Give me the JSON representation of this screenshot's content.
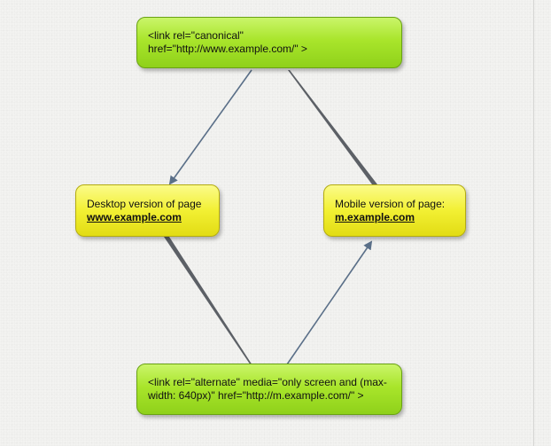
{
  "diagram": {
    "nodes": {
      "canonical": {
        "text": "<link rel=\"canonical\" href=\"http://www.example.com/\" >"
      },
      "desktop": {
        "title": "Desktop version of page",
        "url": "www.example.com"
      },
      "mobile": {
        "title": "Mobile version of page:",
        "url": "m.example.com"
      },
      "alternate": {
        "text": "<link rel=\"alternate\" media=\"only screen and (max-width: 640px)\" href=\"http://m.example.com/\" >"
      }
    },
    "edges": [
      {
        "from": "canonical",
        "to": "desktop",
        "style": "arrow"
      },
      {
        "from": "canonical",
        "to": "mobile",
        "style": "tapered"
      },
      {
        "from": "desktop",
        "to": "alternate",
        "style": "tapered"
      },
      {
        "from": "alternate",
        "to": "mobile",
        "style": "arrow"
      }
    ],
    "colors": {
      "green_node": "#a9e52b",
      "yellow_node": "#f2f033",
      "edge": "#5a6f88"
    }
  }
}
